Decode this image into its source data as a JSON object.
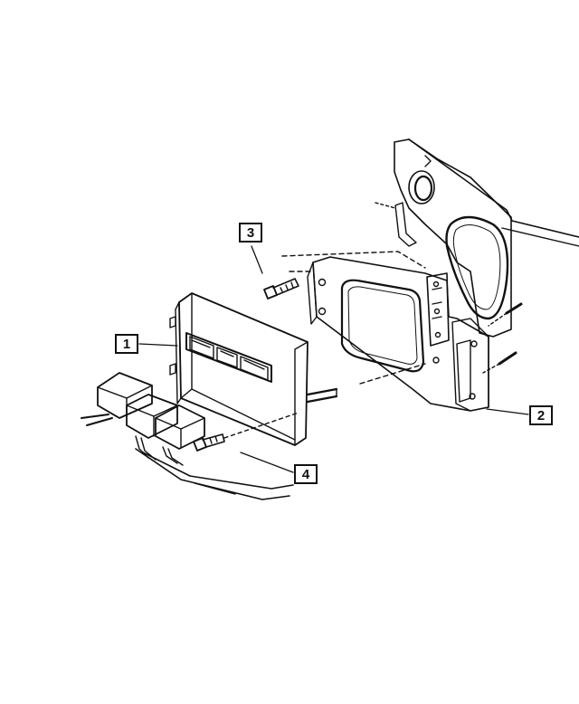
{
  "callouts": [
    {
      "id": "1",
      "label": "1",
      "part": "control-module"
    },
    {
      "id": "2",
      "label": "2",
      "part": "mounting-bracket"
    },
    {
      "id": "3",
      "label": "3",
      "part": "bolt"
    },
    {
      "id": "4",
      "label": "4",
      "part": "bolt"
    }
  ],
  "colors": {
    "ink": "#111111",
    "background": "#ffffff"
  }
}
